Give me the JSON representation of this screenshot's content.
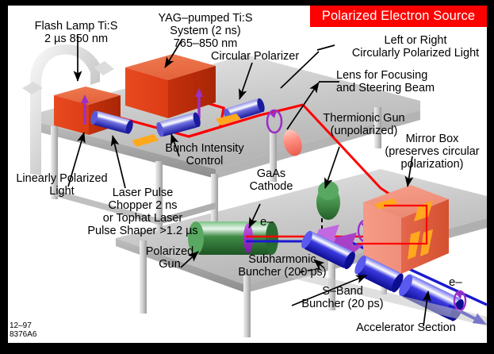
{
  "banner": {
    "title": "Polarized Electron Source",
    "bg_color": "#ff0000",
    "text_color": "#ffffff"
  },
  "labels": {
    "flash_lamp": "Flash Lamp Ti:S\n2 µs 850 nm",
    "yag_system": "YAG–pumped Ti:S\nSystem (2 ns)\n765–850 nm",
    "circular_polarizer": "Circular Polarizer",
    "left_or_right": "Left or Right\nCircularly Polarized Light",
    "lens_focusing": "Lens for Focusing\nand Steering Beam",
    "thermionic_gun": "Thermionic Gun\n(unpolarized)",
    "mirror_box": "Mirror Box\n(preserves circular\npolarization)",
    "linearly_polarized": "Linearly Polarized\nLight",
    "laser_pulse_chopper": "Laser Pulse\nChopper 2 ns\nor Tophat Laser\nPulse Shaper >1.2 µs",
    "bunch_intensity": "Bunch Intensity\nControl",
    "gaas_cathode": "GaAs\nCathode",
    "polarized_gun": "Polarized\nGun",
    "subharmonic_buncher": "Subharmonic\nBuncher (200 ps)",
    "sband_buncher": "S–Band\nBuncher (20 ps)",
    "accelerator_section": "Accelerator Section",
    "electron_beam_1": "e–",
    "electron_beam_2": "e–"
  },
  "footer": {
    "date": "12–97",
    "figure_id": "8376A6"
  },
  "colors": {
    "banner_red": "#ff0000",
    "laser_box_red": "#e0401c",
    "laser_box_top": "#ef6a44",
    "laser_box_side": "#c2300f",
    "beam_red": "#ff0000",
    "optics_blue": "#2b2bd0",
    "mirror_orange": "#ffa500",
    "gun_green": "#2f7a35",
    "cathode_purple": "#9b30c8",
    "mirror_box_salmon": "#f08070",
    "table_gray": "#c8c8c8",
    "accelerator_blue": "#1a1ad0",
    "background": "#ffffff",
    "border": "#000000"
  }
}
